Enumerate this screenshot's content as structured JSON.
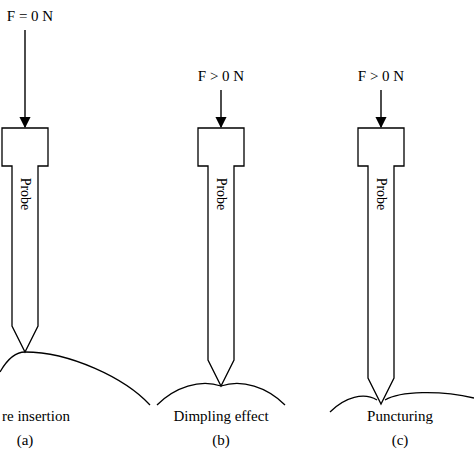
{
  "diagram": {
    "nodes": [
      {
        "text": [
          "Probe"
        ]
      },
      {
        "text": [
          "Probe"
        ]
      },
      {
        "text": [
          "Probe"
        ]
      }
    ],
    "labels": [
      "F = 0 N",
      "F > 0 N",
      "F > 0 N",
      "re insertion",
      "(a)",
      "Dimpling effect",
      "(b)",
      "Puncturing",
      "(c)"
    ]
  }
}
